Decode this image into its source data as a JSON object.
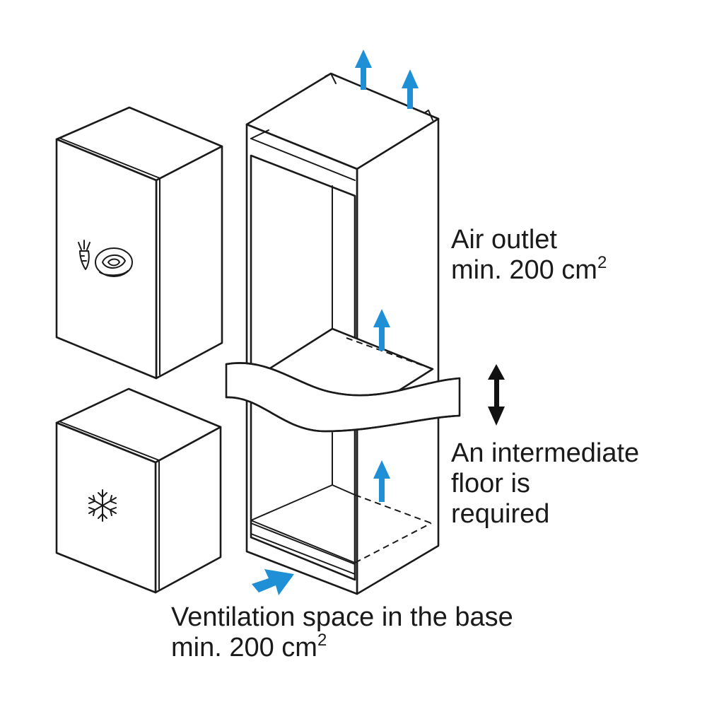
{
  "labels": {
    "air_outlet": {
      "line1": "Air outlet",
      "line2_prefix": "min. 200 cm",
      "line2_sup": "2"
    },
    "intermediate_floor": {
      "line1": "An intermediate",
      "line2": "floor is",
      "line3": "required"
    },
    "ventilation": {
      "line1": "Ventilation space in the base",
      "line2_prefix": "min. 200 cm",
      "line2_sup": "2"
    }
  },
  "icons": {
    "fridge_door_icon": "vegetables-icon",
    "freezer_door_icon": "snowflake-icon",
    "airflow_arrows": "arrow-up-icon",
    "double_arrow": "double-arrow-vertical-icon"
  },
  "colors": {
    "arrow_blue": "#1f8fd6",
    "line": "#1a1a1a"
  }
}
